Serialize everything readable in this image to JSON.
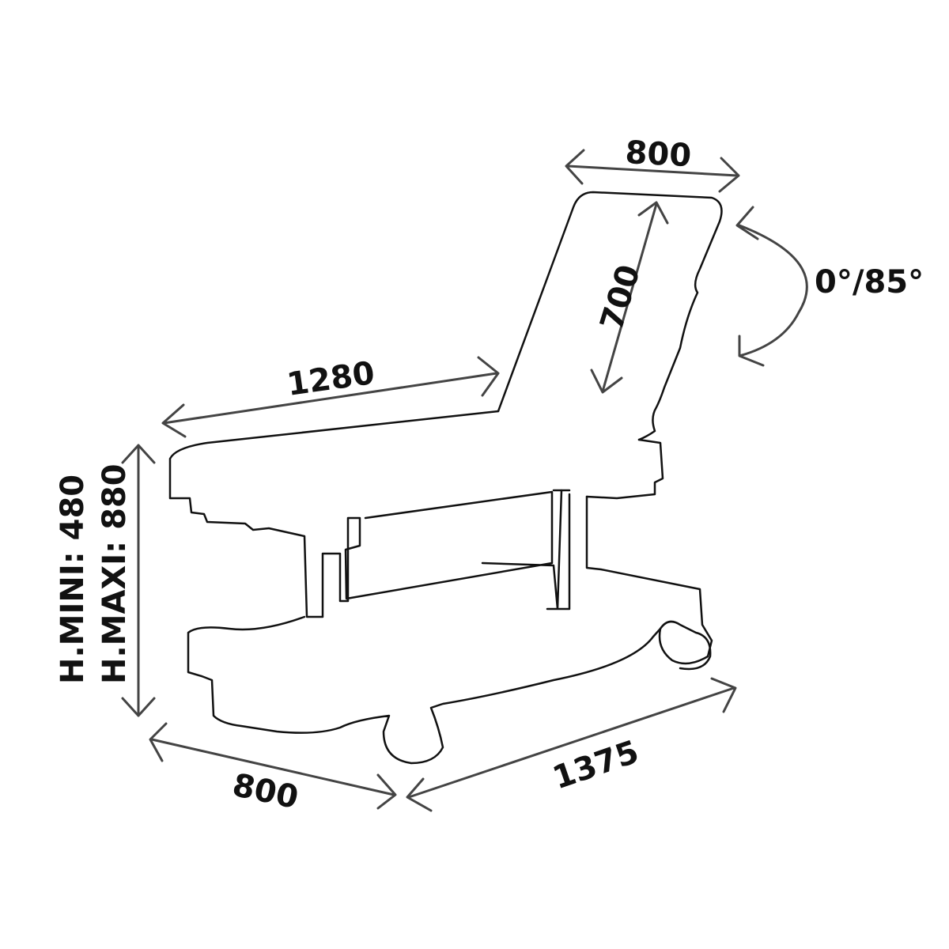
{
  "title": "Treatment table dimensions",
  "dimensions": {
    "backrest_width": "800",
    "backrest_length": "700",
    "backrest_angle": "0°/85°",
    "seat_length": "1280",
    "height_min": "H.MINI: 480",
    "height_max": "H.MAXI: 880",
    "base_width": "800",
    "base_length": "1375"
  },
  "colors": {
    "outline": "#111111",
    "dimension_lines": "#444444"
  }
}
